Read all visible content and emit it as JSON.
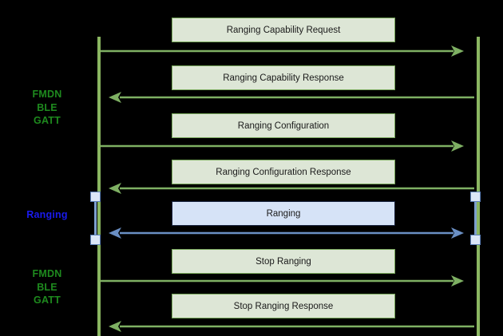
{
  "diagram": {
    "title": "FMDN Ranging Sequence Diagram",
    "background_color": "#000000",
    "colors": {
      "lifeline_green": "#8ab661",
      "arrow_green": "#7eb063",
      "arrow_blue": "#6a8fc4",
      "box_green_fill": "#dde6d6",
      "box_green_border": "#78a85b",
      "box_blue_fill": "#d6e3f7",
      "box_blue_border": "#16213c",
      "label_green": "#1e8a1e",
      "label_blue": "#1a1aee",
      "activation_fill": "#dbe6f7",
      "activation_border": "#5b7fb8"
    }
  },
  "side_labels": [
    {
      "id": "fmdn-top",
      "text": "FMDN\nBLE\nGATT",
      "color": "green"
    },
    {
      "id": "ranging",
      "text": "Ranging",
      "color": "blue"
    },
    {
      "id": "fmdn-bottom",
      "text": "FMDN\nBLE\nGATT",
      "color": "green"
    }
  ],
  "messages": [
    {
      "id": "ranging-capability-request",
      "label": "Ranging Capability Request",
      "direction": "right",
      "style": "green"
    },
    {
      "id": "ranging-capability-response",
      "label": "Ranging Capability Response",
      "direction": "left",
      "style": "green"
    },
    {
      "id": "ranging-configuration",
      "label": "Ranging Configuration",
      "direction": "right",
      "style": "green"
    },
    {
      "id": "ranging-configuration-response",
      "label": "Ranging Configuration Response",
      "direction": "left",
      "style": "green"
    },
    {
      "id": "ranging",
      "label": "Ranging",
      "direction": "both",
      "style": "blue"
    },
    {
      "id": "stop-ranging",
      "label": "Stop Ranging",
      "direction": "right",
      "style": "green"
    },
    {
      "id": "stop-ranging-response",
      "label": "Stop Ranging Response",
      "direction": "left",
      "style": "green"
    }
  ]
}
